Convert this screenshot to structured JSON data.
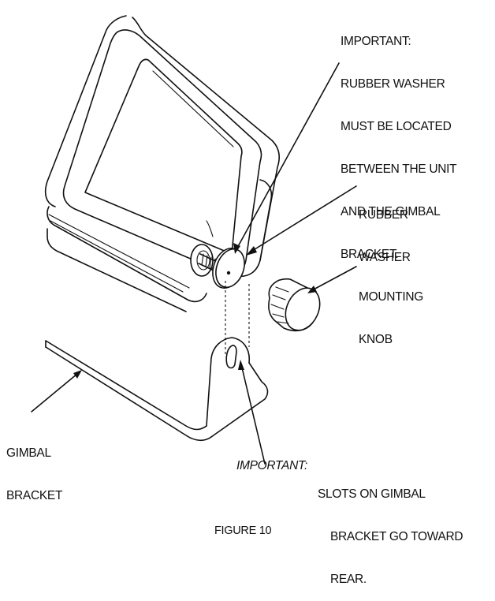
{
  "labels": {
    "important_top": [
      "IMPORTANT:",
      "RUBBER WASHER",
      "MUST BE LOCATED",
      "BETWEEN THE UNIT",
      "AND THE GIMBAL",
      "BRACKET."
    ],
    "rubber_washer": [
      "RUBBER",
      "WASHER"
    ],
    "mounting_knob": [
      "MOUNTING",
      "KNOB"
    ],
    "gimbal_bracket": [
      "GIMBAL",
      "BRACKET"
    ],
    "important_bottom_prefix": "IMPORTANT:",
    "important_bottom": [
      "SLOTS ON GIMBAL",
      "BRACKET GO TOWARD",
      "REAR."
    ],
    "figure_caption": "FIGURE 10"
  }
}
